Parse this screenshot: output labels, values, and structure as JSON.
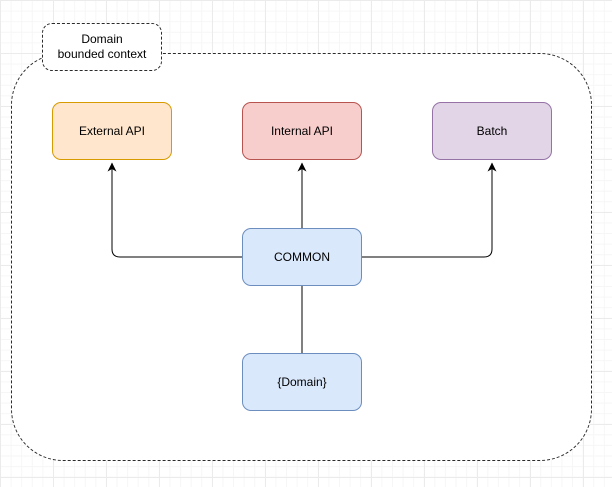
{
  "diagram": {
    "container": {
      "label_line1": "Domain",
      "label_line2": "bounded context",
      "border_style": "dashed",
      "border_color": "#2b2b2b",
      "fill": "#ffffff"
    },
    "nodes": [
      {
        "id": "external-api",
        "label": "External API",
        "fill": "#FFE6CC",
        "stroke": "#D79B00"
      },
      {
        "id": "internal-api",
        "label": "Internal API",
        "fill": "#F8CECC",
        "stroke": "#B85450"
      },
      {
        "id": "batch",
        "label": "Batch",
        "fill": "#E1D5E7",
        "stroke": "#9673A6"
      },
      {
        "id": "common",
        "label": "COMMON",
        "fill": "#DAE8FC",
        "stroke": "#6C8EBF"
      },
      {
        "id": "domain",
        "label": "{Domain}",
        "fill": "#DAE8FC",
        "stroke": "#6C8EBF"
      }
    ],
    "edges": [
      {
        "from": "common",
        "to": "external-api",
        "arrow": true
      },
      {
        "from": "common",
        "to": "internal-api",
        "arrow": true
      },
      {
        "from": "common",
        "to": "batch",
        "arrow": true
      },
      {
        "from": "domain",
        "to": "common",
        "arrow": false
      }
    ],
    "colors": {
      "edge": "#000000",
      "grid_minor": "#f6f6f6",
      "grid_major": "#ebebeb",
      "background": "#ffffff"
    }
  }
}
